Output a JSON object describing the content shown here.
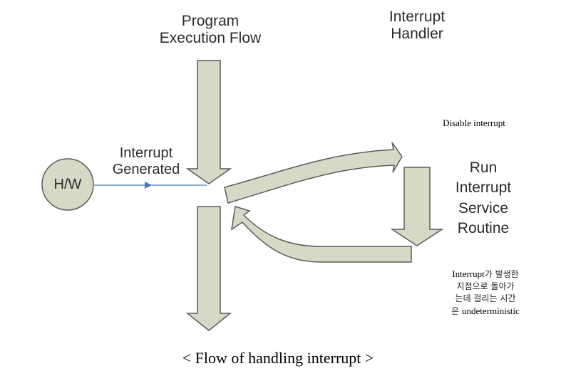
{
  "diagram": {
    "titles": {
      "program_line1": "Program",
      "program_line2": "Execution Flow",
      "handler_line1": "Interrupt",
      "handler_line2": "Handler"
    },
    "hardware_node": {
      "label": "H/W"
    },
    "interrupt_signal": {
      "line1": "Interrupt",
      "line2": "Generated"
    },
    "disable_note": "Disable interrupt",
    "isr_label": {
      "line1": "Run",
      "line2": "Interrupt",
      "line3": "Service",
      "line4": "Routine"
    },
    "return_note": {
      "line1_en": "Interrupt",
      "line1_ko": "가 발생한",
      "line2": "지점으로 돌아가",
      "line3": "는데 걸리는 시간",
      "line4_ko": "은 ",
      "line4_en": "undeterministic"
    },
    "caption": "< Flow of handling interrupt >",
    "colors": {
      "arrow_fill": "#d6d9c6",
      "arrow_stroke": "#5a5a5a",
      "signal_line": "#4a7ab8",
      "node_fill": "#d6d9c6"
    }
  }
}
